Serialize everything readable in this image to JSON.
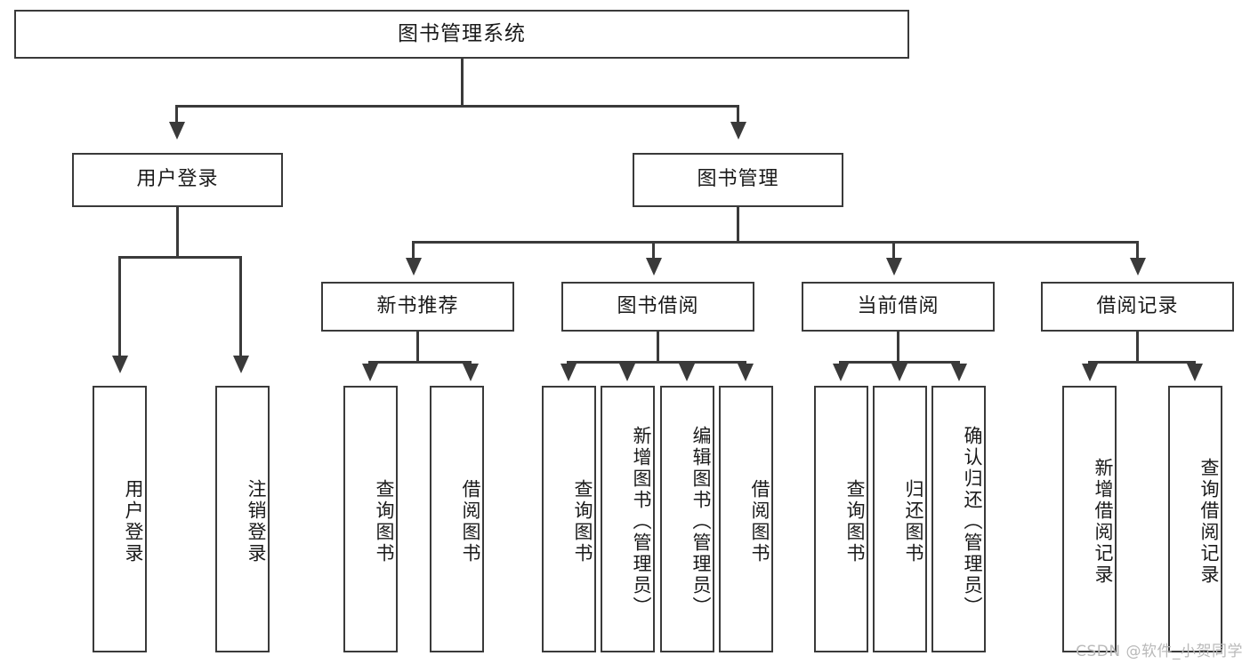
{
  "diagram": {
    "type": "tree-hierarchy-flowchart",
    "title": "图书管理系统",
    "root": {
      "label": "图书管理系统"
    },
    "level2": [
      {
        "label": "用户登录"
      },
      {
        "label": "图书管理"
      }
    ],
    "level3": [
      {
        "label": "新书推荐"
      },
      {
        "label": "图书借阅"
      },
      {
        "label": "当前借阅"
      },
      {
        "label": "借阅记录"
      }
    ],
    "leaves_user_login": [
      {
        "label": "用户登录"
      },
      {
        "label": "注销登录"
      }
    ],
    "leaves_new_book": [
      {
        "label": "查询图书"
      },
      {
        "label": "借阅图书"
      }
    ],
    "leaves_borrow": [
      {
        "label": "查询图书"
      },
      {
        "label": "新增图书（管理员）"
      },
      {
        "label": "编辑图书（管理员）"
      },
      {
        "label": "借阅图书"
      }
    ],
    "leaves_current": [
      {
        "label": "查询图书"
      },
      {
        "label": "归还图书"
      },
      {
        "label": "确认归还（管理员）"
      }
    ],
    "leaves_record": [
      {
        "label": "新增借阅记录"
      },
      {
        "label": "查询借阅记录"
      }
    ]
  },
  "watermark": {
    "text": "CSDN @软件_小贺同学"
  },
  "colors": {
    "border": "#3a3a3a",
    "background": "#ffffff",
    "text": "#1a1a1a",
    "watermark": "#b9b9b9"
  }
}
